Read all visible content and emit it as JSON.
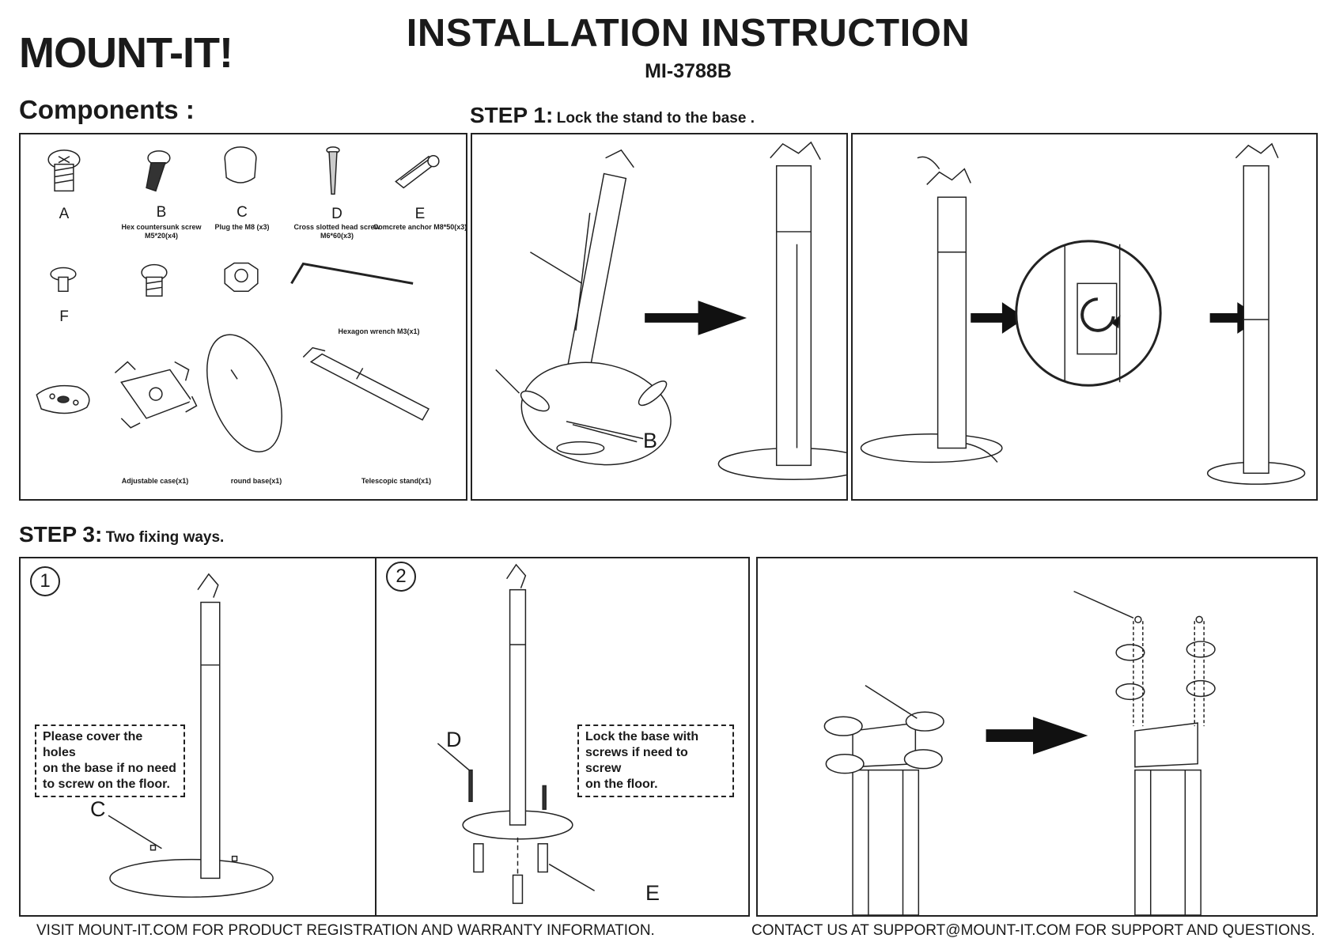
{
  "header": {
    "logo": "MOUNT-IT!",
    "title": "INSTALLATION INSTRUCTION",
    "model": "MI-3788B"
  },
  "components": {
    "title": "Components :",
    "items": [
      {
        "letter": "A",
        "desc": ""
      },
      {
        "letter": "B",
        "desc": "Hex countersunk screw M5*20(x4)"
      },
      {
        "letter": "C",
        "desc": "Plug the M8 (x3)"
      },
      {
        "letter": "D",
        "desc": "Cross slotted head screw M6*60(x3)"
      },
      {
        "letter": "E",
        "desc": "Comcrete anchor M8*50(x3)"
      },
      {
        "letter": "F",
        "desc": ""
      }
    ],
    "wrench_desc": "Hexagon wrench M3(x1)",
    "case_desc": "Adjustable case(x1)",
    "base_desc": "round base(x1)",
    "stand_desc": "Telescopic stand(x1)"
  },
  "step1": {
    "number": "STEP 1:",
    "description": "Lock the stand to the base .",
    "callout_b": "B"
  },
  "step3": {
    "number": "STEP 3:",
    "description": "Two fixing ways.",
    "way1": {
      "number": "1",
      "note": [
        "Please cover the holes",
        "on the base if no need",
        "to screw on the floor."
      ],
      "callout_c": "C"
    },
    "way2": {
      "number": "2",
      "note": [
        "Lock the base with",
        "screws if need to screw",
        "on the floor."
      ],
      "callout_d": "D",
      "callout_e": "E"
    }
  },
  "footer": {
    "left": "VISIT MOUNT-IT.COM FOR PRODUCT REGISTRATION AND WARRANTY INFORMATION.",
    "right": "CONTACT US AT SUPPORT@MOUNT-IT.COM FOR SUPPORT AND QUESTIONS."
  }
}
